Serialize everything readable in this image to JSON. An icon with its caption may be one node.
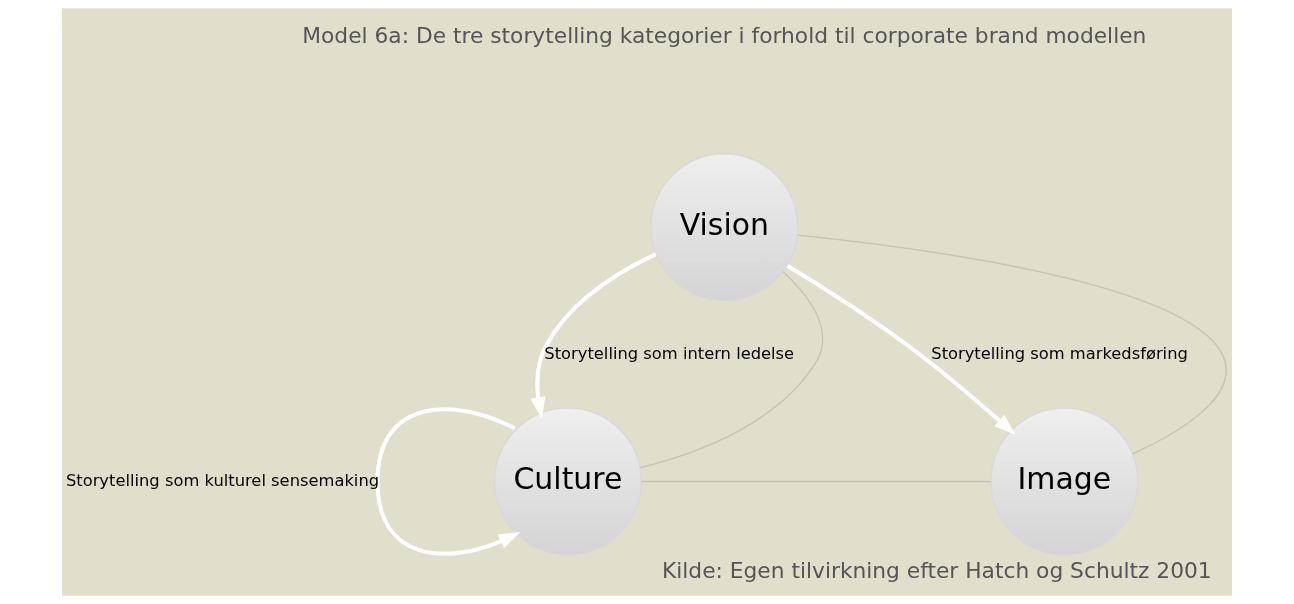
{
  "diagram": {
    "title": "Model 6a: De tre storytelling kategorier i forhold til corporate brand modellen",
    "caption": "Kilde: Egen tilvirkning efter Hatch og Schultz 2001",
    "nodes": [
      {
        "text": [
          "Vision"
        ]
      },
      {
        "text": [
          "Culture"
        ]
      },
      {
        "text": [
          "Image"
        ]
      }
    ],
    "edges": [
      {
        "from": 0,
        "to": 1,
        "arrow": "to",
        "label": "Storytelling som intern ledelse",
        "style": "thick",
        "color": "#ffffff"
      },
      {
        "from": 0,
        "to": 2,
        "arrow": "to",
        "label": "Storytelling som markedsføring",
        "style": "thick",
        "color": "#ffffff"
      },
      {
        "from": 1,
        "to": 1,
        "arrow": "to",
        "label": "Storytelling som kulturel sensemaking",
        "style": "thick",
        "color": "#ffffff"
      },
      {
        "from": 0,
        "to": 1,
        "arrow": "none",
        "color": "#c4c3b4"
      },
      {
        "from": 1,
        "to": 2,
        "arrow": "none",
        "color": "#c4c3b4"
      },
      {
        "from": 2,
        "to": 0,
        "arrow": "none",
        "color": "#c4c3b4"
      }
    ]
  }
}
